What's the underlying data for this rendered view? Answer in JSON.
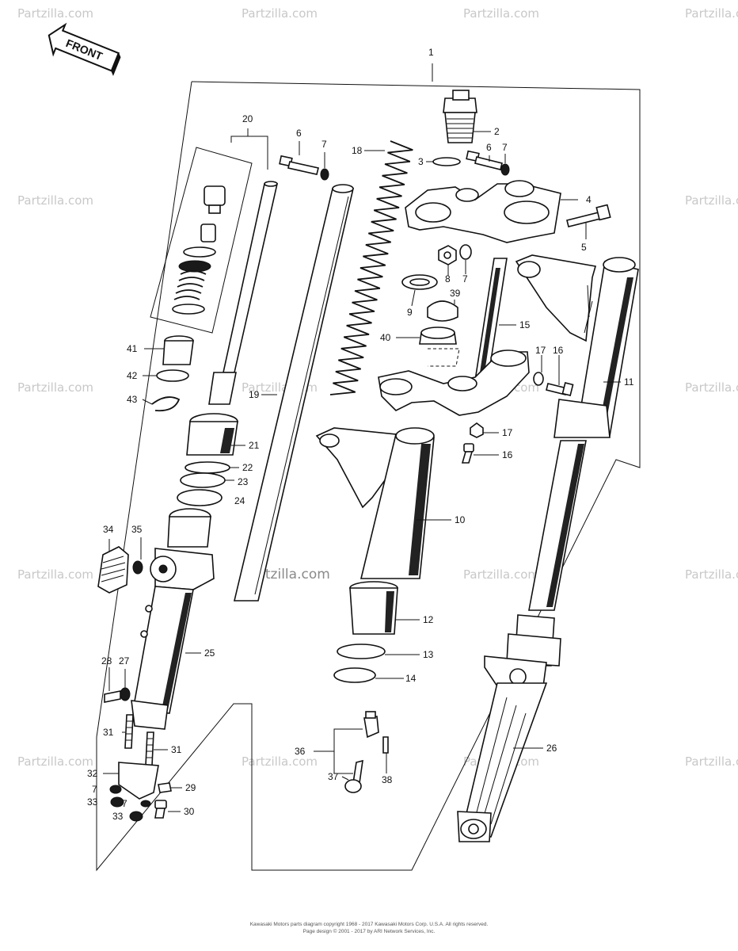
{
  "front_arrow": {
    "label": "FRONT"
  },
  "watermarks": {
    "corner": "Partzilla.com",
    "center": "Partzilla.com"
  },
  "callouts": {
    "c1": "1",
    "c2": "2",
    "c3": "3",
    "c4": "4",
    "c5": "5",
    "c6a": "6",
    "c6b": "6",
    "c7a": "7",
    "c7b": "7",
    "c7c": "7",
    "c7d": "7",
    "c7e": "7",
    "c8": "8",
    "c9": "9",
    "c10": "10",
    "c11": "11",
    "c12": "12",
    "c13": "13",
    "c14": "14",
    "c15": "15",
    "c16a": "16",
    "c16b": "16",
    "c17a": "17",
    "c17b": "17",
    "c18": "18",
    "c19": "19",
    "c20": "20",
    "c21": "21",
    "c22": "22",
    "c23": "23",
    "c24": "24",
    "c25": "25",
    "c26": "26",
    "c27": "27",
    "c28": "28",
    "c29": "29",
    "c30": "30",
    "c31a": "31",
    "c31b": "31",
    "c32": "32",
    "c33a": "33",
    "c33b": "33",
    "c34": "34",
    "c35": "35",
    "c36": "36",
    "c37": "37",
    "c38": "38",
    "c39": "39",
    "c40": "40",
    "c41": "41",
    "c42": "42",
    "c43": "43"
  },
  "copyright": {
    "line1": "Kawasaki Motors parts diagram copyright 1968 - 2017 Kawasaki Motors Corp. U.S.A. All rights reserved.",
    "line2": "Page design © 2001 - 2017 by ARI Network Services, Inc."
  }
}
